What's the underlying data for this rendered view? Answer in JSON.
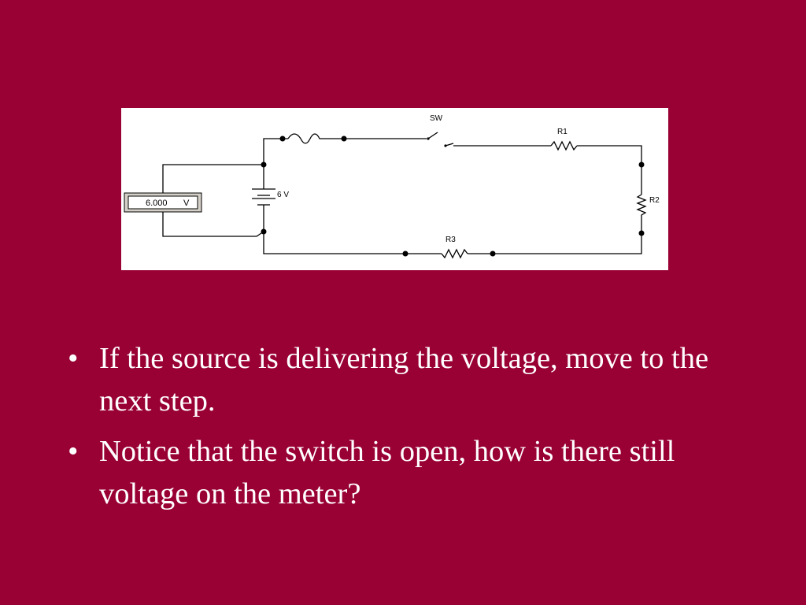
{
  "diagram": {
    "meter_reading": "6.000",
    "meter_unit": "V",
    "switch_label": "SW",
    "source_label": "6 V",
    "resistors": [
      "R1",
      "R2",
      "R3"
    ]
  },
  "bullets": [
    "If the source is delivering the voltage, move to the next step.",
    "Notice that the switch is open, how is there still voltage on the meter?"
  ],
  "bullet_symbol": "•",
  "colors": {
    "background": "#990033",
    "text": "#ffffff",
    "diagram_bg": "#ffffff"
  }
}
